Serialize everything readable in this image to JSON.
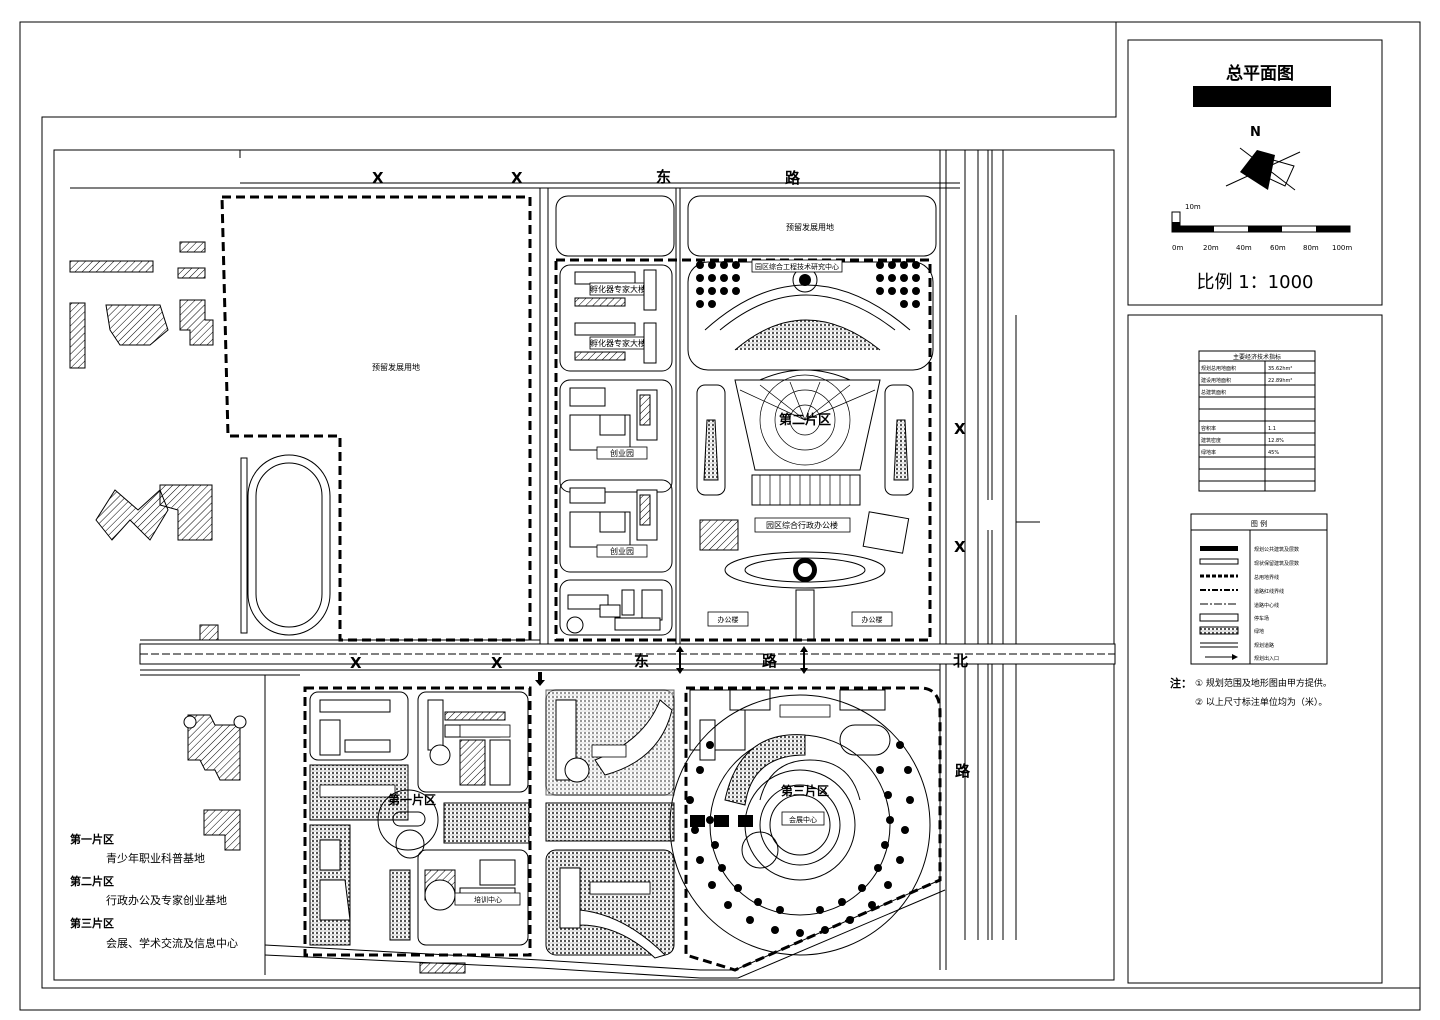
{
  "title_block": {
    "title": "总平面图",
    "scale_label": "比例 1：1000",
    "north_label": "N",
    "scale_bar_unit": "10m",
    "scale_bar_ticks": [
      "0m",
      "20m",
      "40m",
      "60m",
      "80m",
      "100m"
    ]
  },
  "roads": {
    "north_x1": "X",
    "north_x2": "X",
    "north_dong": "东",
    "north_lu": "路",
    "mid_x1": "X",
    "mid_x2": "X",
    "mid_dong": "东",
    "mid_lu": "路",
    "mid_bei": "北",
    "east_x1": "X",
    "east_x2": "X",
    "east_lu": "路"
  },
  "plan_labels": {
    "reserve_west": "预留发展用地",
    "reserve_north": "预留发展用地",
    "top_center_building": "园区综合工程技术研究中心",
    "startup_1": "孵化器专家大楼",
    "startup_2": "孵化器专家大楼",
    "incubator_1": "创业园",
    "incubator_2": "创业园",
    "zone2": "第二片区",
    "admin_office": "园区综合行政办公楼",
    "office_left": "办公楼",
    "office_right": "办公楼",
    "zone1": "第一片区",
    "zone3": "第三片区",
    "conference_center": "会展中心",
    "training_center": "培训中心"
  },
  "notes": {
    "zone1_title": "第一片区",
    "zone1_desc": "青少年职业科普基地",
    "zone2_title": "第二片区",
    "zone2_desc": "行政办公及专家创业基地",
    "zone3_title": "第三片区",
    "zone3_desc": "会展、学术交流及信息中心",
    "remark_label": "注：",
    "remark_1": "① 规划范围及地形图由甲方提供。",
    "remark_2": "② 以上尺寸标注单位均为（米）。"
  },
  "legend": {
    "header": "图 例",
    "items": [
      "规划公共建筑及层数",
      "现状保留建筑及层数",
      "总用地界线",
      "道路红线界线",
      "道路中心线",
      "停车场",
      "绿地",
      "规划道路",
      "规划出入口"
    ]
  },
  "tech_table": {
    "header": "主要经济技术指标",
    "rows": [
      [
        "规划总用地面积",
        "35.62hm²"
      ],
      [
        "建设用地面积",
        "22.89hm²"
      ],
      [
        "总建筑面积",
        ""
      ],
      [
        "容积率",
        "1.1"
      ],
      [
        "建筑密度",
        "12.8%"
      ],
      [
        "绿地率",
        "45%"
      ]
    ]
  }
}
